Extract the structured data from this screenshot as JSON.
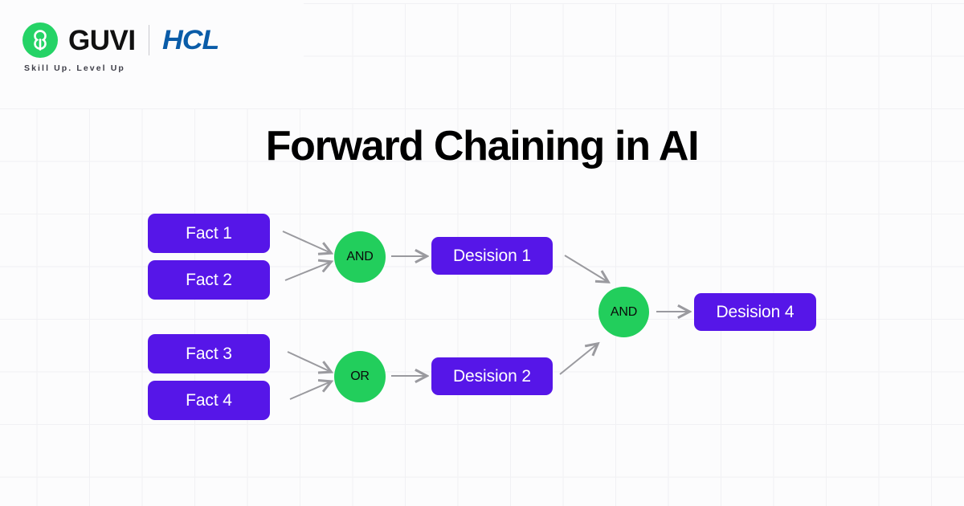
{
  "brand": {
    "guvi_name": "GUVI",
    "partner_name": "HCL",
    "tagline": "Skill Up. Level Up",
    "mark_icon": "guvi-g-icon",
    "mark_color": "#25d366",
    "partner_color": "#0a5ca8"
  },
  "page": {
    "title": "Forward Chaining in AI",
    "background_color": "#fcfcfd",
    "grid_color": "#f1f1f4"
  },
  "diagram": {
    "node_color": "#5616e8",
    "gate_color": "#22ce5c",
    "edge_color": "#9a9a9f",
    "facts": [
      {
        "label": "Fact 1"
      },
      {
        "label": "Fact 2"
      },
      {
        "label": "Fact 3"
      },
      {
        "label": "Fact 4"
      }
    ],
    "gates": [
      {
        "label": "AND"
      },
      {
        "label": "OR"
      },
      {
        "label": "AND"
      }
    ],
    "decisions": [
      {
        "label": "Desision 1"
      },
      {
        "label": "Desision 2"
      },
      {
        "label": "Desision 4"
      }
    ]
  }
}
